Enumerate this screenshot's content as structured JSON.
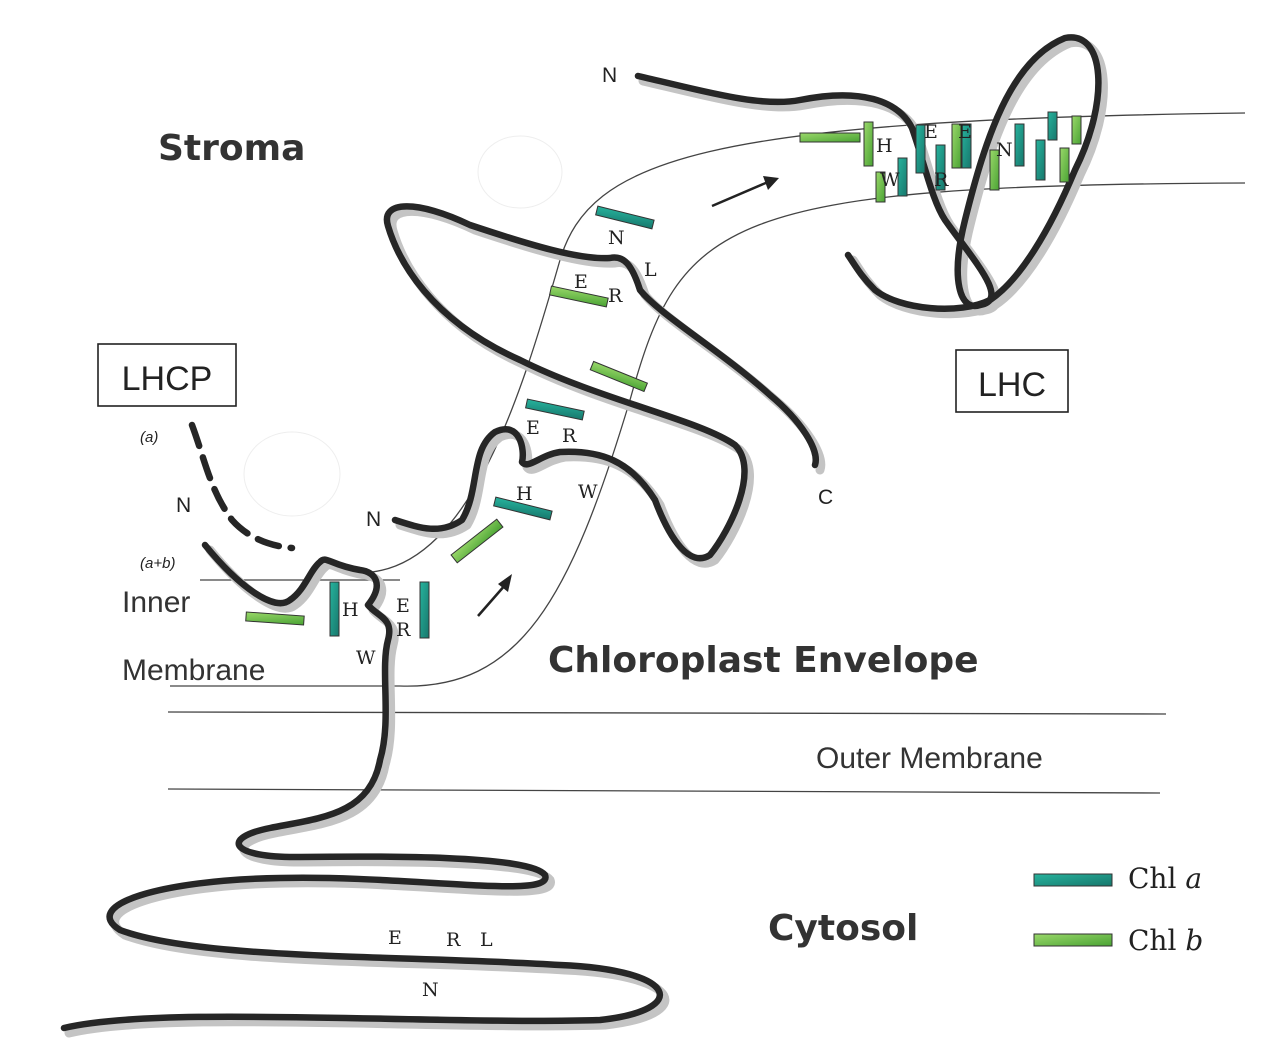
{
  "regions": {
    "stroma": "Stroma",
    "chloroplast_envelope": "Chloroplast Envelope",
    "cytosol": "Cytosol",
    "inner_line1": "Inner",
    "inner_line2": "Membrane",
    "outer_membrane": "Outer Membrane"
  },
  "boxes": {
    "lhcp": "LHCP",
    "lhc": "LHC"
  },
  "annotations": {
    "a": "(a)",
    "ab": "(a+b)"
  },
  "termini": {
    "n_lhcp": "N",
    "n_inner": "N",
    "n_lhc": "N",
    "c_terminal": "C"
  },
  "residues": {
    "cyto_e": "E",
    "cyto_r": "R",
    "cyto_l": "L",
    "cyto_n": "N",
    "im_h": "H",
    "im_e": "E",
    "im_r": "R",
    "im_w": "W",
    "ch_h": "H",
    "ch_w": "W",
    "ch_e1": "E",
    "ch_r1": "R",
    "ch_e2": "E",
    "ch_r2": "R",
    "ch_n": "N",
    "ch_l": "L",
    "lhc_h": "H",
    "lhc_e1": "E",
    "lhc_e2": "E",
    "lhc_n": "N",
    "lhc_w": "W",
    "lhc_r": "R"
  },
  "legend": {
    "chl_a_prefix": "Chl ",
    "chl_a_suffix": "a",
    "chl_b_prefix": "Chl ",
    "chl_b_suffix": "b"
  },
  "colors": {
    "chl_a": "#1e9e8c",
    "chl_b": "#6cc247",
    "chain": "#262626",
    "shadow": "#c4c4c4"
  }
}
